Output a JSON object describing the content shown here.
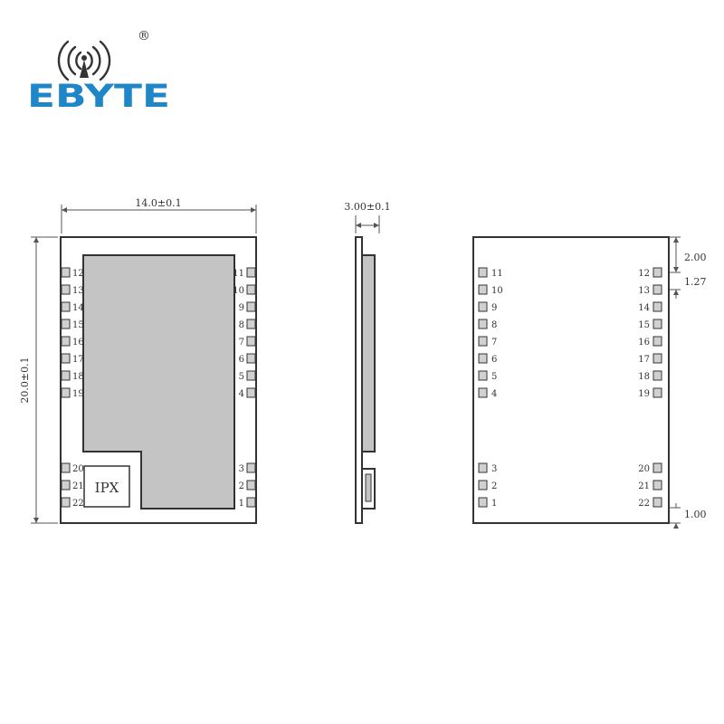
{
  "brand": {
    "name": "EBYTE",
    "registered": "®",
    "color": "#1f86c8",
    "icon": "wireless-signal-icon"
  },
  "colors": {
    "line": "#333333",
    "shield": "#c4c4c4",
    "pad": "#d0d0d0"
  },
  "top_view": {
    "width_dim": "14.0±0.1",
    "height_dim": "20.0±0.1",
    "antenna_label": "IPX",
    "left_pins": [
      "12",
      "13",
      "14",
      "15",
      "16",
      "17",
      "18",
      "19"
    ],
    "left_pins_bottom": [
      "20",
      "21",
      "22"
    ],
    "right_pins": [
      "11",
      "10",
      "9",
      "8",
      "7",
      "6",
      "5",
      "4"
    ],
    "right_pins_bottom": [
      "3",
      "2",
      "1"
    ]
  },
  "side_view": {
    "thickness_dim": "3.00±0.1"
  },
  "bottom_view": {
    "left_pins": [
      "11",
      "10",
      "9",
      "8",
      "7",
      "6",
      "5",
      "4"
    ],
    "left_pins_bottom": [
      "3",
      "2",
      "1"
    ],
    "right_pins": [
      "12",
      "13",
      "14",
      "15",
      "16",
      "17",
      "18",
      "19"
    ],
    "right_pins_bottom": [
      "20",
      "21",
      "22"
    ],
    "dim_top_offset": "2.00",
    "dim_pitch": "1.27",
    "dim_bottom_offset": "1.00"
  }
}
